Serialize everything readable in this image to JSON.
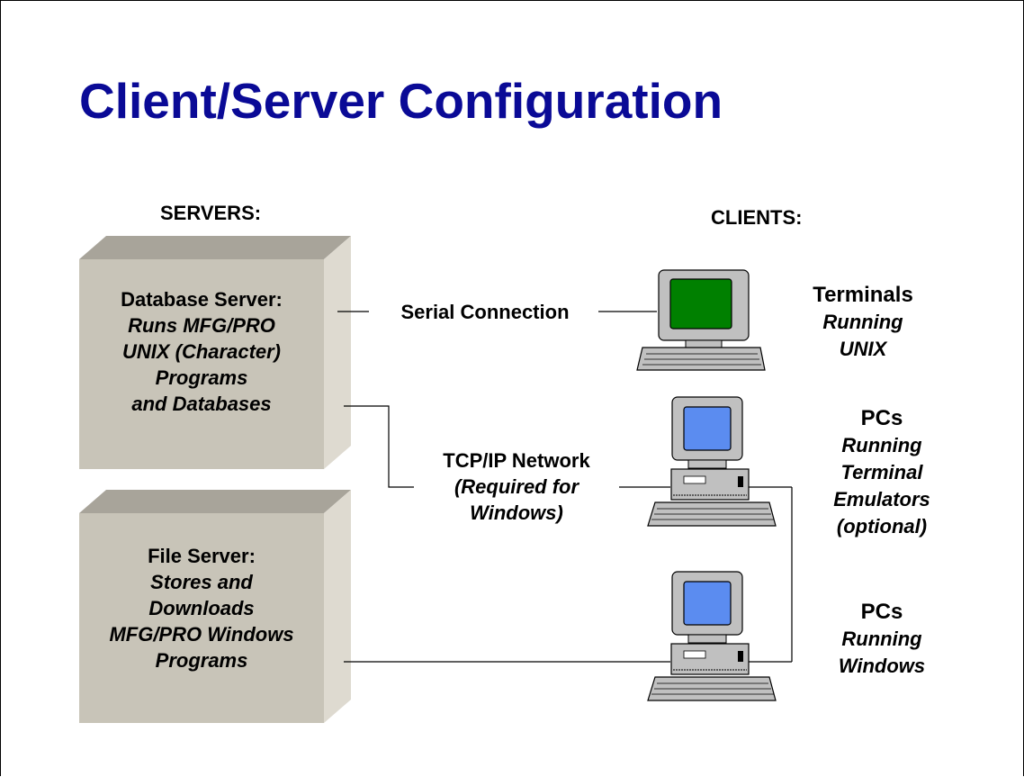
{
  "title": "Client/Server Configuration",
  "headers": {
    "servers": "SERVERS:",
    "clients": "CLIENTS:"
  },
  "database_server": {
    "name": "Database Server:",
    "lines": [
      "Runs MFG/PRO",
      "UNIX (Character)",
      "Programs",
      "and Databases"
    ]
  },
  "file_server": {
    "name": "File Server:",
    "lines": [
      "Stores and",
      "Downloads",
      "MFG/PRO Windows",
      "Programs"
    ]
  },
  "connections": {
    "serial": "Serial Connection",
    "tcpip": "TCP/IP Network",
    "tcpip_note": [
      "(Required for",
      "Windows)"
    ]
  },
  "clients": {
    "terminals": {
      "name": "Terminals",
      "lines": [
        "Running",
        "UNIX"
      ]
    },
    "pcs_emulators": {
      "name": "PCs",
      "lines": [
        "Running",
        "Terminal",
        "Emulators",
        "(optional)"
      ]
    },
    "pcs_windows": {
      "name": "PCs",
      "lines": [
        "Running",
        "Windows"
      ]
    }
  },
  "colors": {
    "title": "#0a0a96",
    "server_front": "#c8c4b8",
    "server_top": "#a8a49a",
    "server_side": "#dedad0",
    "terminal_screen": "#008000",
    "pc_screen": "#5b8cf0",
    "computer_body": "#c0c0c0"
  },
  "icons": [
    "terminal-icon",
    "pc-icon",
    "pc-icon"
  ]
}
